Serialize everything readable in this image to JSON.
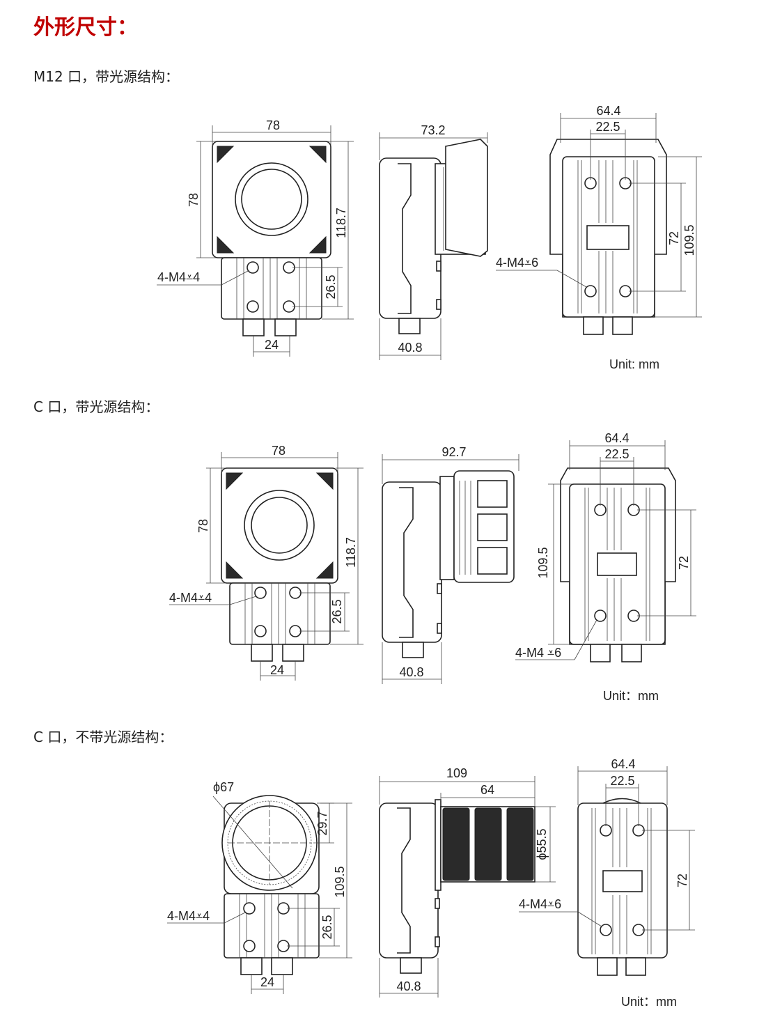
{
  "title": "外形尺寸：",
  "sections": [
    {
      "label": "M12 口，带光源结构：",
      "unit": "Unit: mm",
      "front": {
        "width": "78",
        "height": "78",
        "total_height": "118.7",
        "hole_spacing": "26.5",
        "hole_label": "4-M4⩡4",
        "connector_spacing": "24"
      },
      "side": {
        "depth": "73.2",
        "base_depth": "40.8"
      },
      "back": {
        "width": "64.4",
        "inner_width": "22.5",
        "hole_spacing": "72",
        "height": "109.5",
        "hole_label": "4-M4⩡6"
      }
    },
    {
      "label": "C 口，带光源结构：",
      "unit": "Unit：mm",
      "front": {
        "width": "78",
        "height": "78",
        "total_height": "118.7",
        "hole_spacing": "26.5",
        "hole_label": "4-M4⩡4",
        "connector_spacing": "24"
      },
      "side": {
        "depth": "92.7",
        "base_depth": "40.8"
      },
      "back": {
        "width": "64.4",
        "inner_width": "22.5",
        "hole_spacing": "72",
        "height": "109.5",
        "hole_label": "4-M4 ⩡6"
      }
    },
    {
      "label": "C 口，不带光源结构：",
      "unit": "Unit：mm",
      "front": {
        "diameter": "ϕ67",
        "offset": "29.7",
        "total_height": "109.5",
        "hole_spacing": "26.5",
        "hole_label": "4-M4⩡4",
        "connector_spacing": "24"
      },
      "side": {
        "depth": "109",
        "lens_length": "64",
        "lens_diameter": "ϕ55.5",
        "base_depth": "40.8"
      },
      "back": {
        "width": "64.4",
        "inner_width": "22.5",
        "hole_spacing": "72",
        "hole_label": "4-M4⩡6"
      }
    }
  ]
}
